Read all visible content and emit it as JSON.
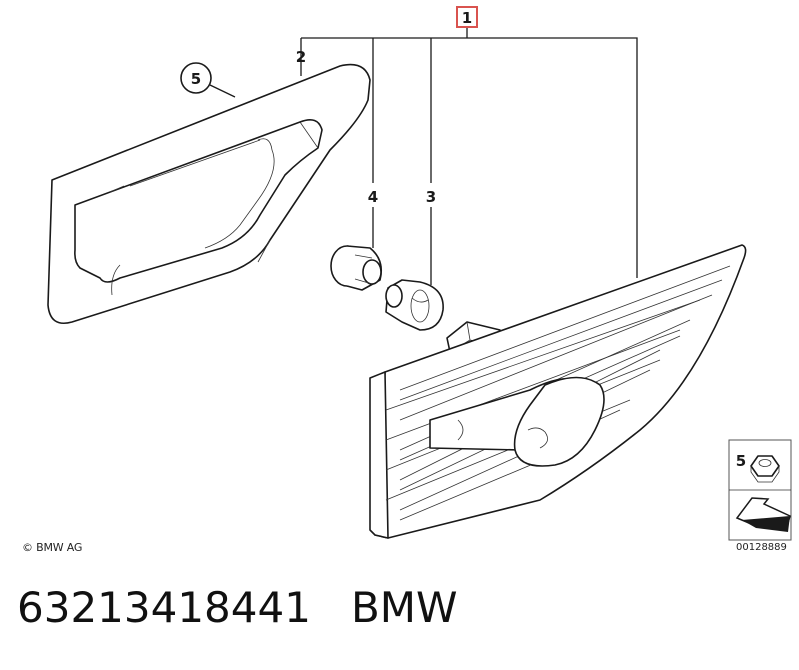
{
  "diagram": {
    "callouts": [
      {
        "id": "callout-1",
        "label": "1"
      },
      {
        "id": "callout-2",
        "label": "2"
      },
      {
        "id": "callout-3",
        "label": "3"
      },
      {
        "id": "callout-4",
        "label": "4"
      },
      {
        "id": "callout-5",
        "label": "5"
      },
      {
        "id": "callout-5-inset",
        "label": "5"
      }
    ],
    "accent_color": "#d9534f",
    "copyright": "© BMW AG",
    "diagram_id": "00128889"
  },
  "footer": {
    "part_number_line": "63213418441   BMW"
  }
}
